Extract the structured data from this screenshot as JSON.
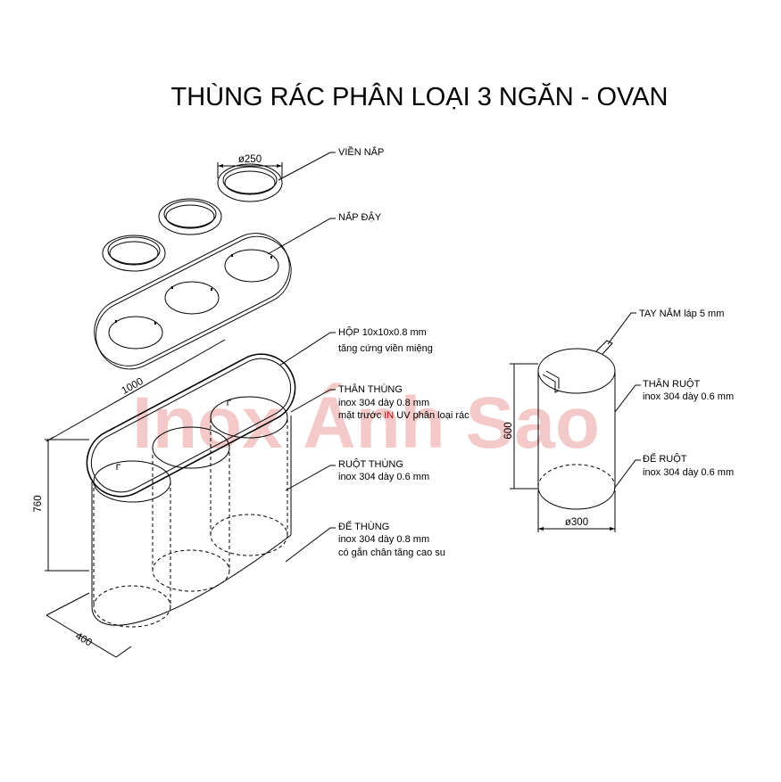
{
  "title": "THÙNG RÁC PHÂN LOẠI 3 NGĂN - OVAN",
  "watermark": "Inox Ánh Sao",
  "colors": {
    "watermark": "#f3c9c9",
    "lines": "#000000",
    "highlight": "#cc0000"
  },
  "dimensions": {
    "lid_ring_diameter": "ø250",
    "body_length": "1000",
    "body_height": "760",
    "body_depth": "400",
    "liner_height": "600",
    "liner_diameter": "ø300"
  },
  "labels": {
    "vien_nap": {
      "line1": "VIỀN NẮP"
    },
    "nap_day": {
      "line1": "NẮP ĐẬY"
    },
    "hop": {
      "line1": "HỘP 10x10x0.8 mm",
      "line2": "tăng cứng viền miệng"
    },
    "than_thung": {
      "line1": "THÂN THÙNG",
      "line2": "inox 304 dày 0.8 mm",
      "line3_a": "mặt trước ",
      "line3_b": "IN",
      "line3_c": " UV phân loại rác"
    },
    "ruot_thung": {
      "line1": "RUỘT THÙNG",
      "line2": "inox 304 dày 0.6 mm"
    },
    "de_thung": {
      "line1": "ĐẾ THÙNG",
      "line2": "inox 304 dày 0.8 mm",
      "line3": "có gắn chân tăng cao su"
    },
    "tay_nam": {
      "line1": "TAY NẮM láp 5 mm"
    },
    "than_ruot": {
      "line1": "THÂN RUỘT",
      "line2": "inox 304 dày 0.6 mm"
    },
    "de_ruot": {
      "line1": "ĐẾ RUỘT",
      "line2": "inox 304 dày 0.6 mm"
    }
  }
}
